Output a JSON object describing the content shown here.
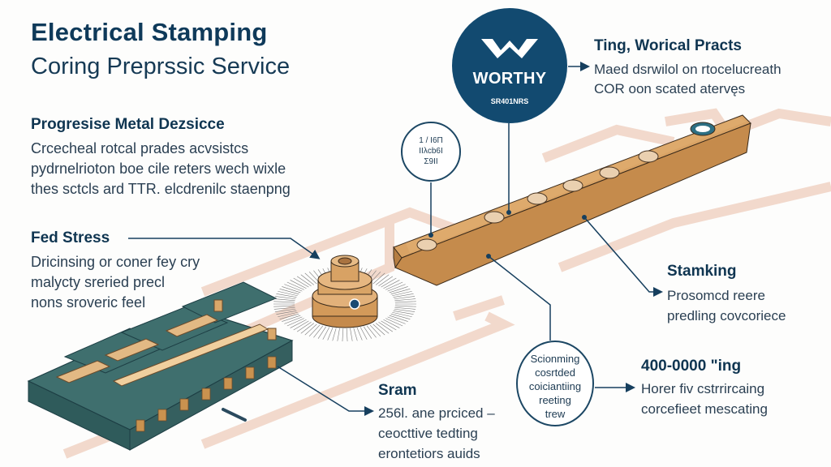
{
  "header": {
    "title": "Electrical Stamping",
    "subtitle": "Coring Preprssic Service"
  },
  "logo": {
    "brand": "WORTHY",
    "tagline": "SR401NRS",
    "icon": "w-chevron-icon",
    "color": "#124a70"
  },
  "callouts": {
    "progressive": {
      "heading": "Progresise Metal Dezsicce",
      "lines": [
        "Crcecheal rotcal prades acvsistcs",
        "pydrnelrioton  boe cile reters wech wixle",
        "thes sctcls ard TTR. elcdrenilc staenpng"
      ]
    },
    "fed_stress": {
      "heading": "Fed Stress",
      "lines": [
        "Dricinsing or coner fey cry",
        "malycty sreried precl",
        "nons sroveric feel"
      ]
    },
    "top_right": {
      "heading": "Ting, Worical Practs",
      "lines": [
        "Maed dsrwilol on rtocelucreath",
        "COR oon scated atervęs"
      ]
    },
    "stamking": {
      "heading": "Stamking",
      "lines": [
        "Prosomcd reere",
        "predling covcoriece"
      ]
    },
    "numbers": {
      "heading": "400-0000 \"ing",
      "lines": [
        "Horer fiv cstrrircaing",
        "corcefieet mescating"
      ]
    },
    "sram": {
      "heading": "Sram",
      "lines": [
        "256l. ane prciced –",
        "ceocttive tedting",
        "erontetiors auids"
      ]
    }
  },
  "circles": {
    "small": [
      "1 / I6Π",
      "IIλcb6I",
      "Σ9II"
    ],
    "large": [
      "Scionming",
      "cosrtded",
      "coiciantiing",
      "reeting",
      "trew"
    ]
  },
  "colors": {
    "navy": "#0f3551",
    "copper": "#d7a265",
    "teal": "#3b6b6a",
    "band": "#f1d6c8"
  }
}
